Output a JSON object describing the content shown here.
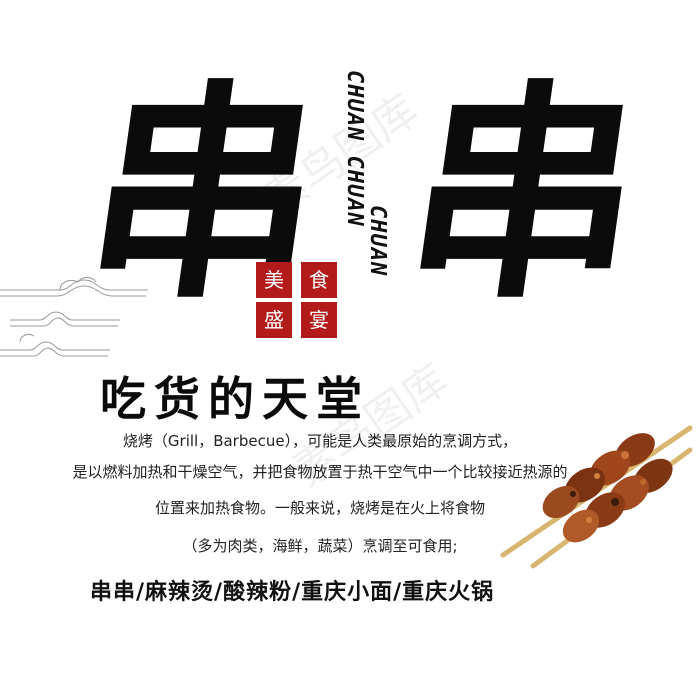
{
  "title": {
    "char_left": "串",
    "char_right": "串",
    "vertical_1": "CHUAN CHUAN",
    "vertical_2": "CHUAN"
  },
  "seal": [
    "美",
    "食",
    "盛",
    "宴"
  ],
  "headline": "吃货的天堂",
  "description": [
    "烧烤（Grill，Barbecue），可能是人类最原始的烹调方式，",
    "是以燃料加热和干燥空气，并把食物放置于热干空气中一个比较接近热源的",
    "位置来加热食物。一般来说，烧烤是在火上将食物",
    "（多为肉类，海鲜，蔬菜）烹调至可食用;"
  ],
  "foods": "串串/麻辣烫/酸辣粉/重庆小面/重庆火锅",
  "watermark": "素鸟图库",
  "colors": {
    "seal_red": "#b31b1b",
    "text_black": "#0b0b0b",
    "meat_brown": "#8a3a14",
    "stick_tan": "#d9b66f"
  }
}
